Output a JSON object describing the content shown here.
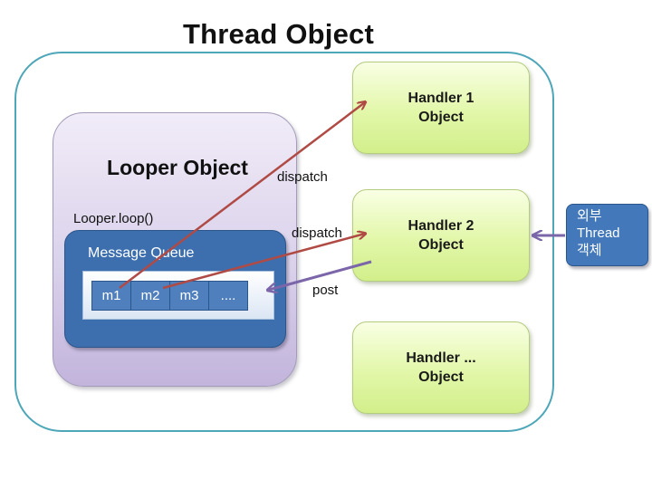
{
  "title": "Thread Object",
  "looper": {
    "title": "Looper Object",
    "loop_label": "Looper.loop()",
    "message_queue": {
      "title": "Message Queue",
      "items": [
        "m1",
        "m2",
        "m3",
        "...."
      ]
    }
  },
  "handlers": [
    {
      "line1": "Handler 1",
      "line2": "Object"
    },
    {
      "line1": "Handler 2",
      "line2": "Object"
    },
    {
      "line1": "Handler ...",
      "line2": "Object"
    }
  ],
  "external": {
    "line1": "외부",
    "line2": "Thread",
    "line3": "객체"
  },
  "arrows": {
    "dispatch1_label": "dispatch",
    "dispatch2_label": "dispatch",
    "post_label": "post"
  },
  "colors": {
    "thread_border": "#4ea6b9",
    "dispatch_arrow": "#b04a45",
    "post_arrow": "#7a66a8",
    "message_queue": "#3d6fae",
    "handler_fill": "#e2f7a9",
    "looper_fill": "#d9d0ea"
  }
}
